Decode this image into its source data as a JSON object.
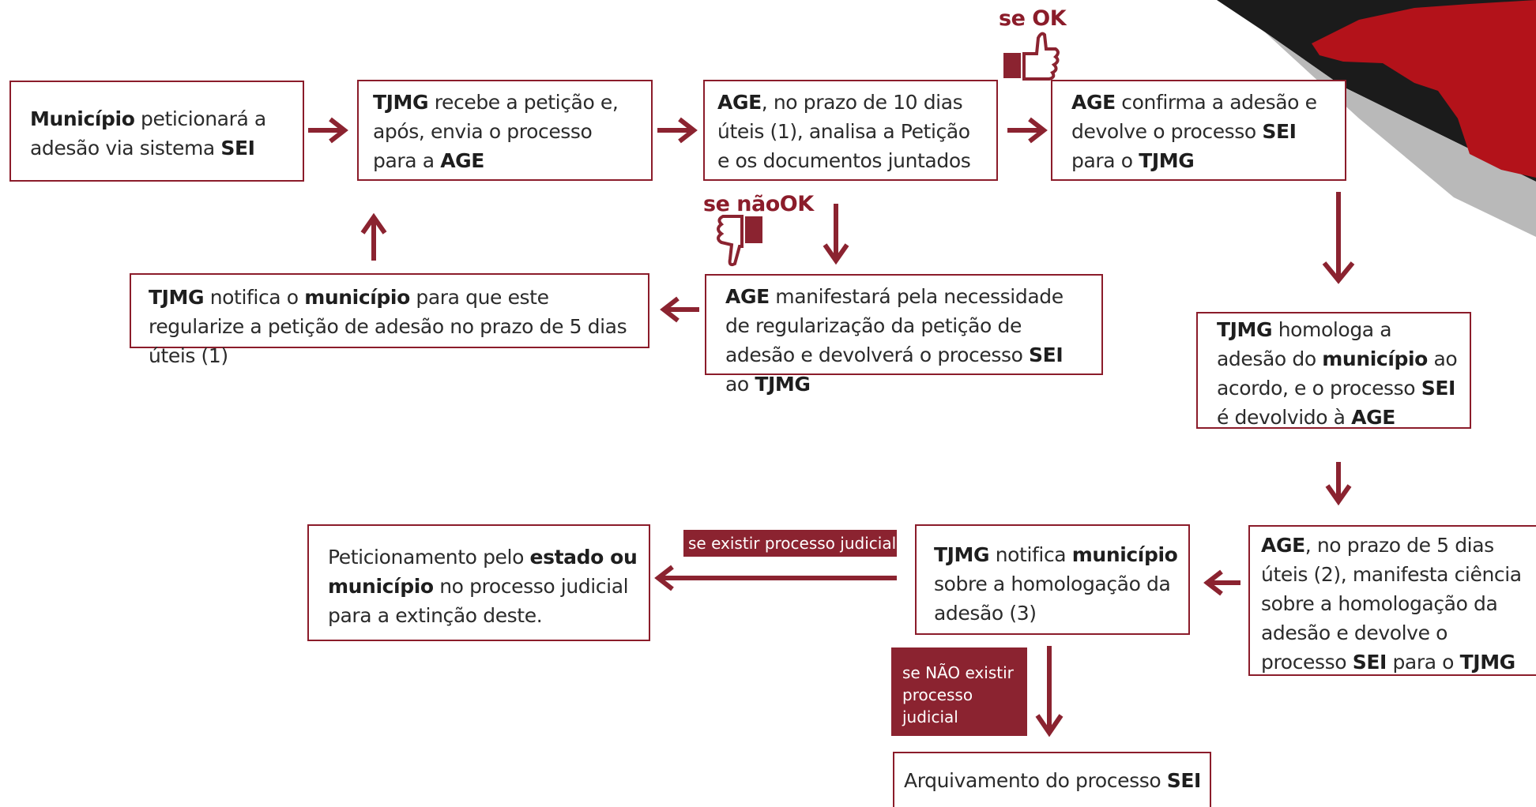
{
  "colors": {
    "accent": "#8b2330",
    "border": "#8b1c2a",
    "text": "#2b2b2b",
    "corner_dark": "#1b1b1b",
    "corner_red": "#b3121a",
    "corner_gray": "#b9b9b9"
  },
  "icons": {
    "ok": "thumbs-up-icon",
    "not_ok": "thumbs-down-icon",
    "corner": "map-decoration"
  },
  "steps": {
    "step1": {
      "b1": "Município",
      "t1": " peticionará a adesão via sistema ",
      "b2": "SEI"
    },
    "step2": {
      "b1": "TJMG",
      "t1": " recebe a petição e, após, envia o processo para a ",
      "b2": "AGE"
    },
    "step3": {
      "b1": "AGE",
      "t1": ", no prazo de 10 dias úteis (1), analisa a Petição e os documentos juntados"
    },
    "step4": {
      "b1": "AGE",
      "t1": " confirma a adesão e devolve o processo ",
      "b2": "SEI",
      "t2": " para o ",
      "b3": "TJMG"
    },
    "step5": {
      "b1": "AGE",
      "t1": " manifestará pela necessidade de regularização da petição de adesão e devolverá o processo ",
      "b2": "SEI",
      "t2": " ao ",
      "b3": "TJMG"
    },
    "step6": {
      "b1": "TJMG",
      "t1": " notifica o ",
      "b2": "município",
      "t2": " para que este regularize a petição de adesão no prazo de 5 dias úteis (1)"
    },
    "step7": {
      "b1": "TJMG",
      "t1": " homologa a adesão do ",
      "b2": "município",
      "t2": " ao acordo, e o processo ",
      "b3": "SEI",
      "t3": " é devolvido à ",
      "b4": "AGE"
    },
    "step8": {
      "b1": "AGE",
      "t1": ", no prazo de 5 dias úteis (2), manifesta ciência sobre a homologação da adesão e devolve o processo ",
      "b2": "SEI",
      "t2": " para o ",
      "b3": "TJMG"
    },
    "step9": {
      "b1": "TJMG",
      "t1": " notifica ",
      "b2": "município",
      "t2": " sobre a homologação da adesão (3)"
    },
    "step10": {
      "t1": "Peticionamento pelo ",
      "b1": "estado ou município",
      "t2": " no processo judicial para a extinção deste."
    },
    "step11": {
      "t1": "Arquivamento do processo ",
      "b1": "SEI"
    }
  },
  "labels": {
    "ok": "se OK",
    "not_ok": "se nãoOK"
  },
  "tags": {
    "exists": "se existir processo judicial",
    "not_exists": "se NÃO existir processo judicial"
  }
}
